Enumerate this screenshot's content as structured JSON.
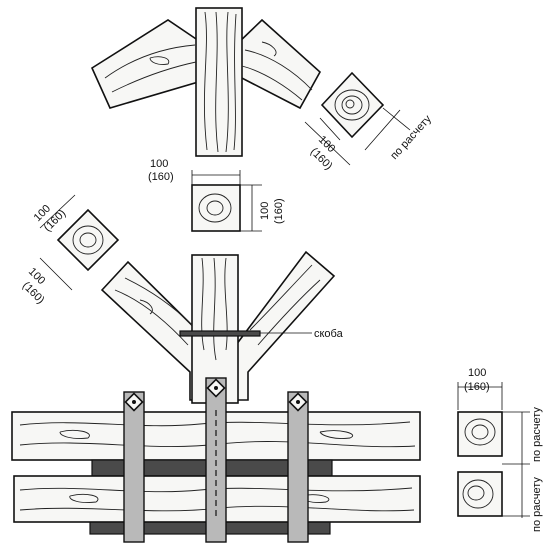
{
  "labels": {
    "dim_100": "100",
    "dim_160": "(160)",
    "calc": "по расчету",
    "clamp": "скоба"
  }
}
